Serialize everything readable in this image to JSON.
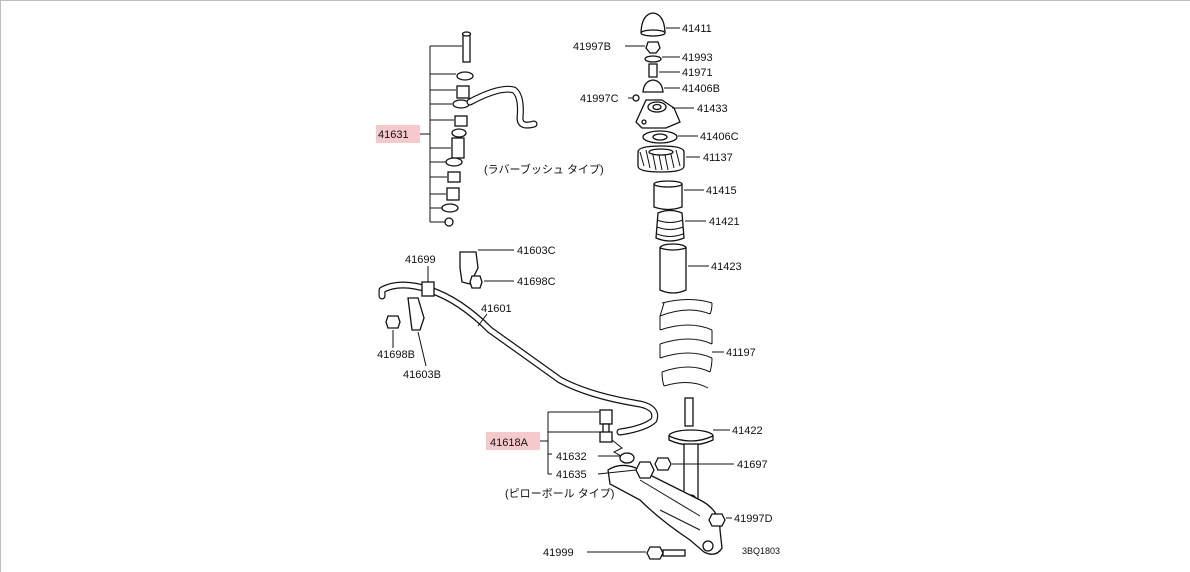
{
  "parts": {
    "p41411": "41411",
    "p41997B": "41997B",
    "p41993": "41993",
    "p41971": "41971",
    "p41997C": "41997C",
    "p41406B": "41406B",
    "p41433": "41433",
    "p41406C": "41406C",
    "p41137": "41137",
    "p41415": "41415",
    "p41421": "41421",
    "p41423": "41423",
    "p41197": "41197",
    "p41422": "41422",
    "p41697": "41697",
    "p41997D": "41997D",
    "p41999": "41999",
    "p41631": "41631",
    "p41699": "41699",
    "p41603C": "41603C",
    "p41698C": "41698C",
    "p41601": "41601",
    "p41698B": "41698B",
    "p41603B": "41603B",
    "p41618A": "41618A",
    "p41632": "41632",
    "p41635": "41635"
  },
  "notes": {
    "rubber_bushing_type": "(ラバーブッシュ タイプ)",
    "pillow_ball_type": "(ピローボール タイプ)"
  },
  "diagram_code": "3BQ1803",
  "highlight_color": "#f6c9cc"
}
